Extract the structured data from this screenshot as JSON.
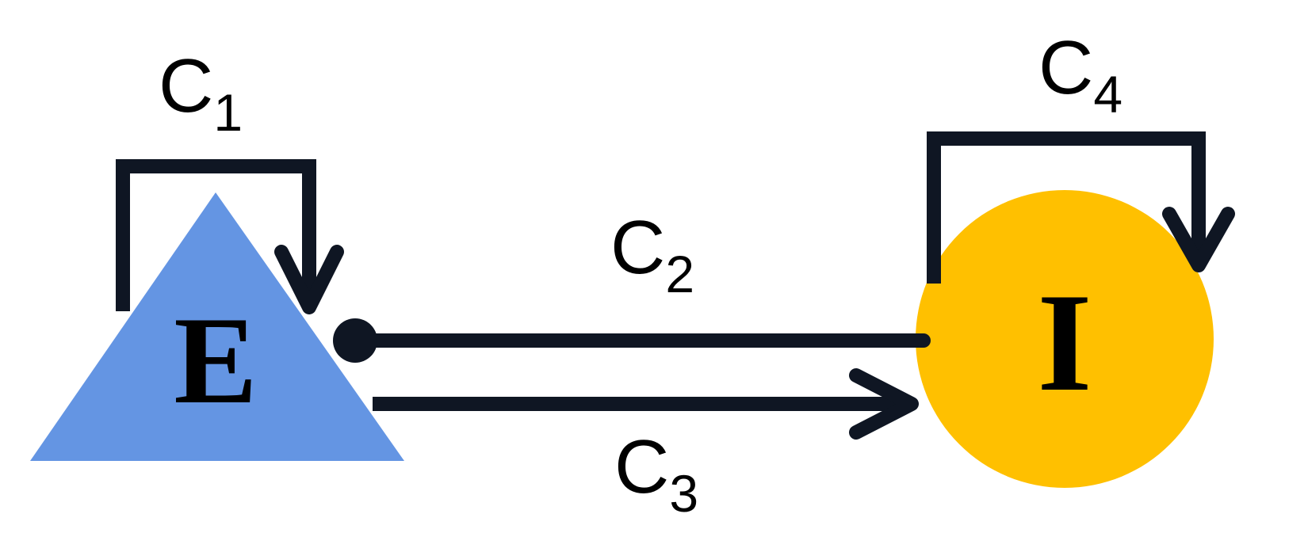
{
  "nodes": {
    "excitatory": {
      "label": "E",
      "shape": "triangle",
      "color": "#6495E3"
    },
    "inhibitory": {
      "label": "I",
      "shape": "circle",
      "color": "#FFC000"
    }
  },
  "edges": {
    "c1": {
      "main": "C",
      "sub": "1",
      "from": "E",
      "to": "E",
      "head": "arrow"
    },
    "c2": {
      "main": "C",
      "sub": "2",
      "from": "I",
      "to": "E",
      "head": "dot"
    },
    "c3": {
      "main": "C",
      "sub": "3",
      "from": "E",
      "to": "I",
      "head": "arrow"
    },
    "c4": {
      "main": "C",
      "sub": "4",
      "from": "I",
      "to": "I",
      "head": "arrow"
    }
  },
  "colors": {
    "line": "#0F1623",
    "text": "#000000"
  }
}
